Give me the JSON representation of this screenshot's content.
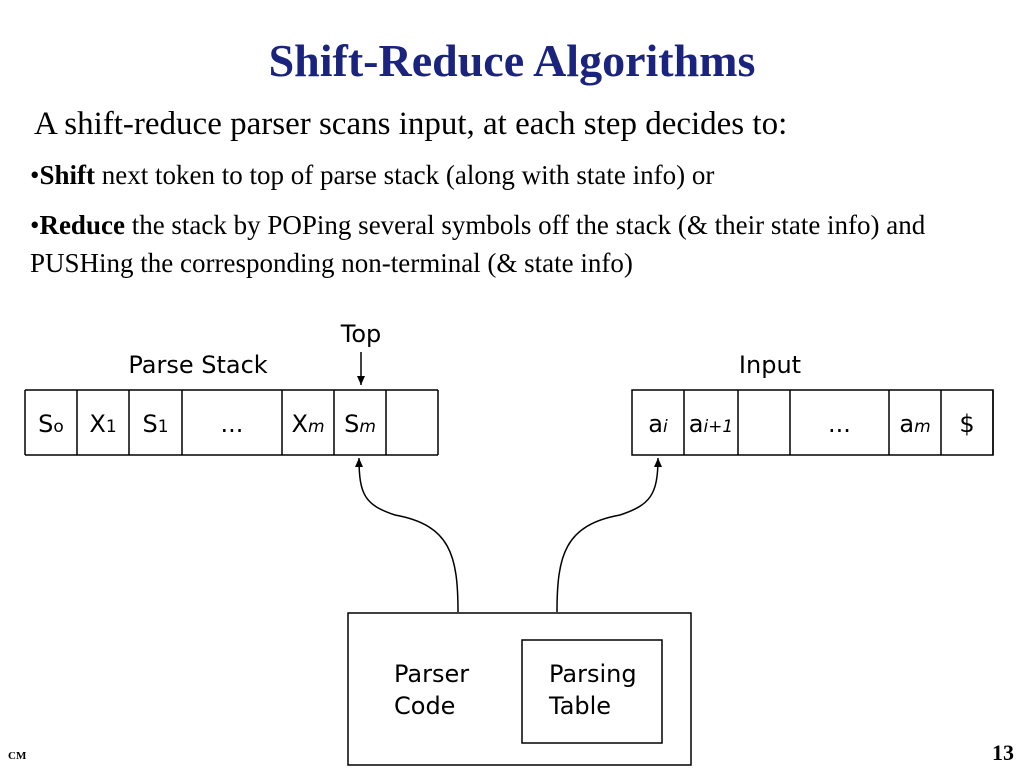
{
  "title": "Shift-Reduce Algorithms",
  "intro": "A shift-reduce parser scans input, at each step decides to:",
  "bullets": [
    {
      "marker": "•",
      "keyword": "Shift",
      "text": " next token to top of parse stack (along with state info) or"
    },
    {
      "marker": "•",
      "keyword": "Reduce",
      "text": " the stack by POPing several symbols off the stack (& their state info) and PUSHing the corresponding non-terminal (& state info)"
    }
  ],
  "diagram": {
    "parse_stack_label": "Parse Stack",
    "top_label": "Top",
    "input_label": "Input",
    "stack_cells": [
      {
        "base": "S",
        "sub": "o",
        "sub_italic": false
      },
      {
        "base": "X",
        "sub": "1",
        "sub_italic": false
      },
      {
        "base": "S",
        "sub": "1",
        "sub_italic": false
      },
      {
        "base": "...",
        "sub": "",
        "sub_italic": false
      },
      {
        "base": "X",
        "sub": "m",
        "sub_italic": true
      },
      {
        "base": "S",
        "sub": "m",
        "sub_italic": true
      },
      {
        "base": "",
        "sub": "",
        "sub_italic": false
      }
    ],
    "input_cells": [
      {
        "base": "a",
        "sub": "i",
        "sub_italic": true
      },
      {
        "base": "a",
        "sub": "i+1",
        "sub_italic": true
      },
      {
        "base": "",
        "sub": "",
        "sub_italic": false
      },
      {
        "base": "...",
        "sub": "",
        "sub_italic": false
      },
      {
        "base": "a",
        "sub": "m",
        "sub_italic": true
      },
      {
        "base": "$",
        "sub": "",
        "sub_italic": false
      }
    ],
    "parser_code_lines": [
      "Parser",
      "Code"
    ],
    "parsing_table_lines": [
      "Parsing",
      "Table"
    ]
  },
  "footer": {
    "left": "CM",
    "page": "13"
  }
}
